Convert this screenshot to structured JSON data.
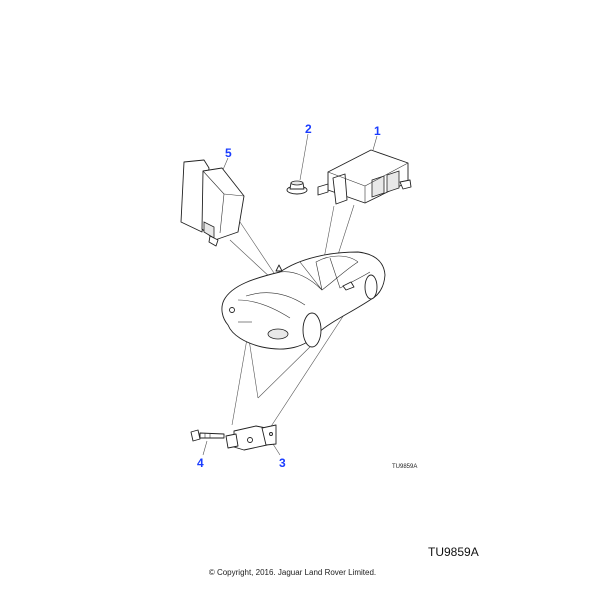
{
  "diagram": {
    "callouts": [
      "1",
      "2",
      "3",
      "4",
      "5"
    ],
    "illustration_ref": "TU9859A"
  },
  "footer": {
    "reference": "TU9859A",
    "copyright": "© Copyright, 2016. Jaguar Land Rover Limited."
  }
}
